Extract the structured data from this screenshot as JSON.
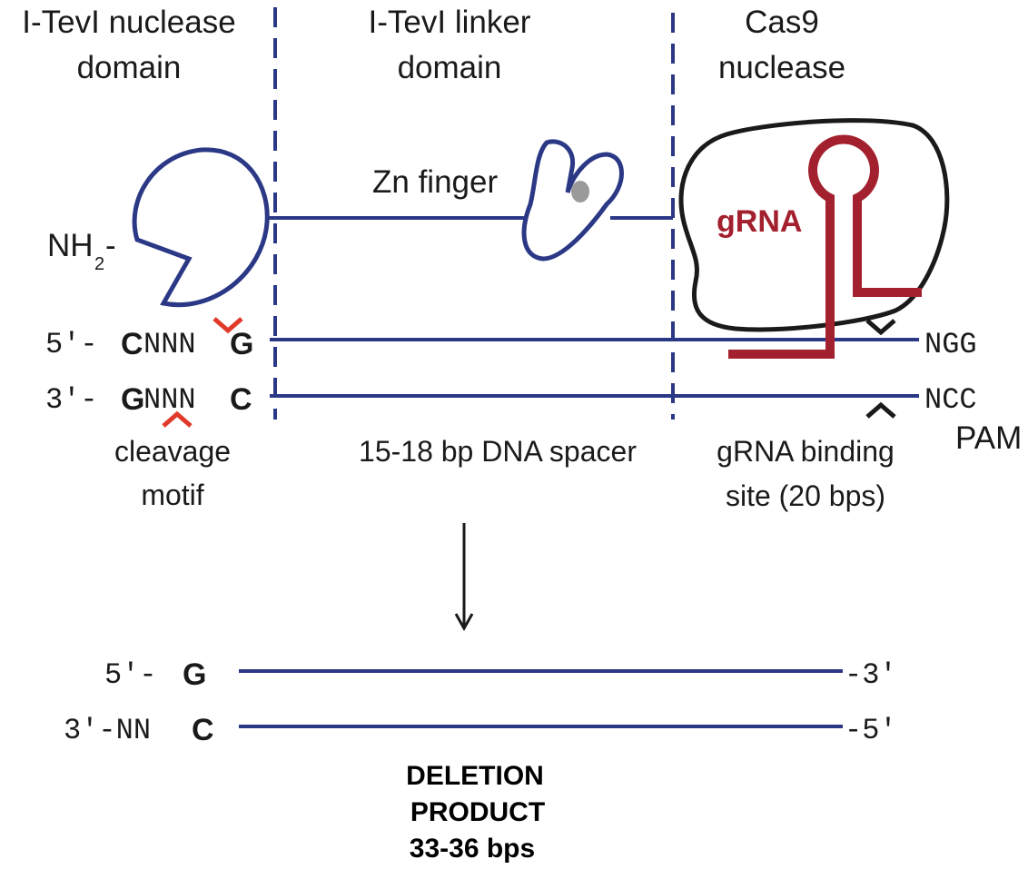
{
  "colors": {
    "dna": "#2b3885",
    "protein_outline": "#2b3885",
    "cas9_outline": "#1a1a1a",
    "grna": "#a3202e",
    "cut_mark": "#e03a2a",
    "zn_dot": "#9a9a9a",
    "text": "#1a1a1a"
  },
  "domains": {
    "nuclease": {
      "line1": "I-TevI nuclease",
      "line2": "domain"
    },
    "linker": {
      "line1": "I-TevI linker",
      "line2": "domain"
    },
    "cas9": {
      "line1": "Cas9",
      "line2": "nuclease"
    }
  },
  "labels": {
    "nh2": "NH",
    "nh2_sub": "2",
    "nh2_dash": "-",
    "zn_finger": "Zn finger",
    "grna": "gRNA",
    "pam": "PAM",
    "cleavage_motif": {
      "line1": "cleavage",
      "line2": "motif"
    },
    "spacer": "15-18 bp DNA spacer",
    "binding_site": {
      "line1": "gRNA binding",
      "line2": "site (20 bps)"
    }
  },
  "top_strand": {
    "prefix": "5′-",
    "b1": "C",
    "mid": "NNN",
    "b2": "G",
    "pam": "NGG"
  },
  "bottom_strand": {
    "prefix": "3′-",
    "b1": "G",
    "mid": "NNN",
    "b2": "C",
    "pam": "NCC"
  },
  "product": {
    "top_prefix": "5′-",
    "top_base": "G",
    "top_end": "-3′",
    "bottom_prefix": "3′-NN",
    "bottom_base": "C",
    "bottom_end": "-5′",
    "title_line1": "DELETION",
    "title_line2": "PRODUCT",
    "size": "33-36 bps"
  }
}
